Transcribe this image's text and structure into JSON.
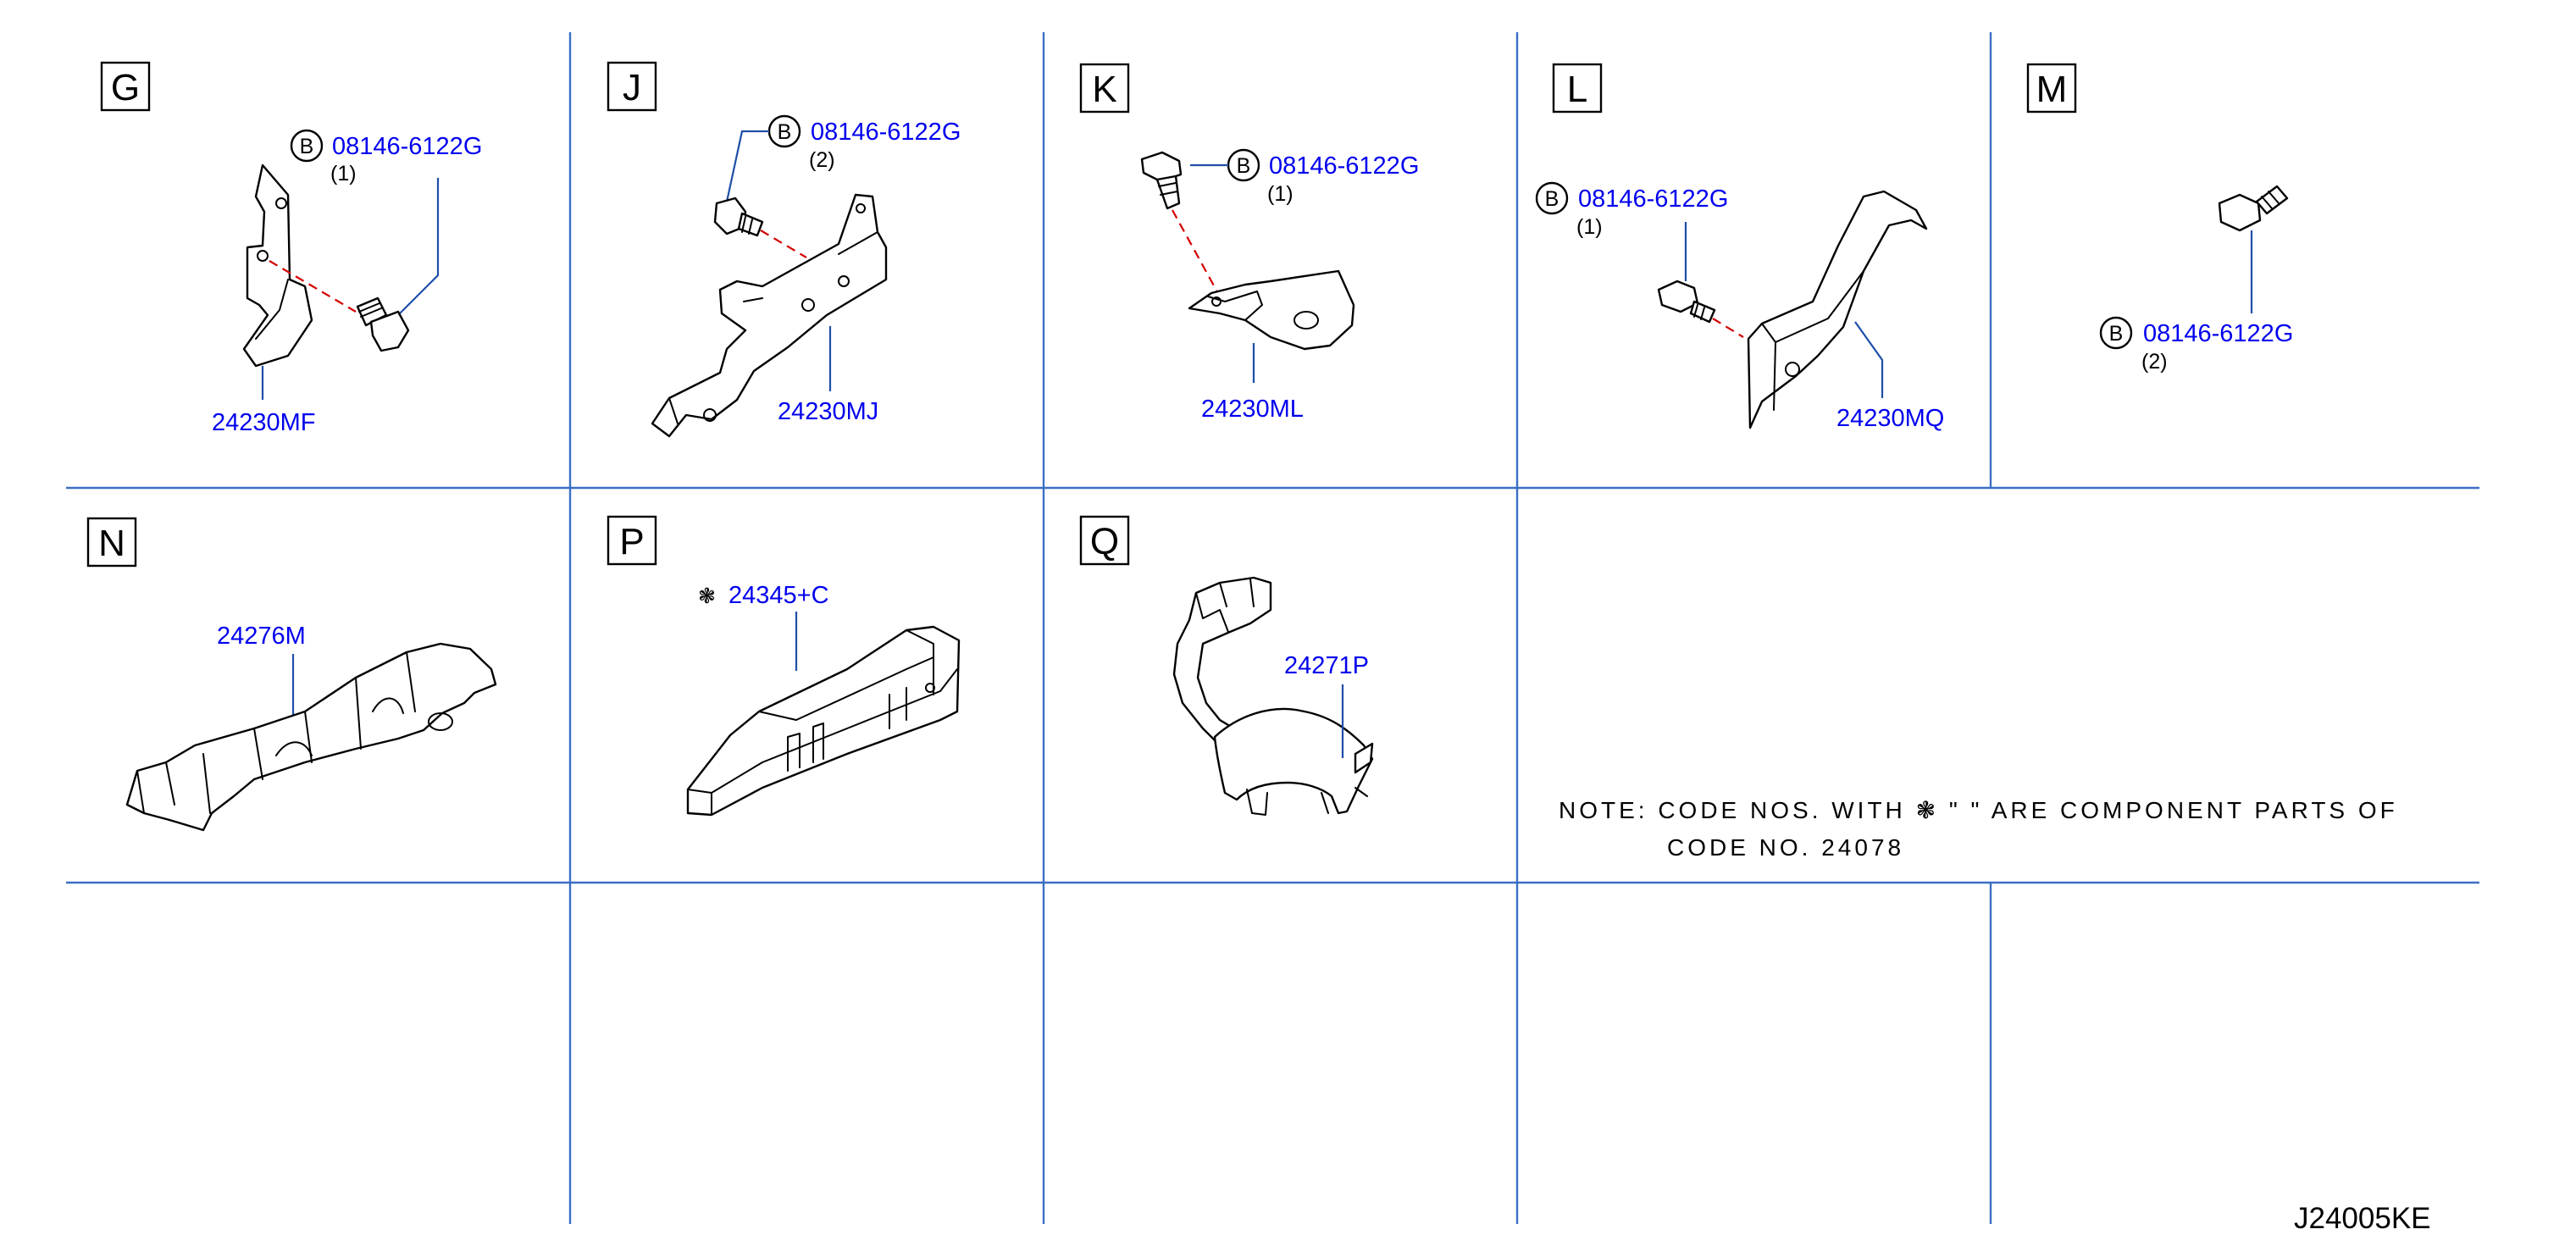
{
  "sections": [
    {
      "letter": "G",
      "parts": [
        {
          "code": "08146-6122G",
          "qty": "(1)",
          "ref": "B"
        },
        {
          "code": "24230MF"
        }
      ]
    },
    {
      "letter": "J",
      "parts": [
        {
          "code": "08146-6122G",
          "qty": "(2)",
          "ref": "B"
        },
        {
          "code": "24230MJ"
        }
      ]
    },
    {
      "letter": "K",
      "parts": [
        {
          "code": "08146-6122G",
          "qty": "(1)",
          "ref": "B"
        },
        {
          "code": "24230ML"
        }
      ]
    },
    {
      "letter": "L",
      "parts": [
        {
          "code": "08146-6122G",
          "qty": "(1)",
          "ref": "B"
        },
        {
          "code": "24230MQ"
        }
      ]
    },
    {
      "letter": "M",
      "parts": [
        {
          "code": "08146-6122G",
          "qty": "(2)",
          "ref": "B"
        }
      ]
    },
    {
      "letter": "N",
      "parts": [
        {
          "code": "24276M"
        }
      ]
    },
    {
      "letter": "P",
      "parts": [
        {
          "code": "24345+C",
          "mark": "❃"
        }
      ]
    },
    {
      "letter": "Q",
      "parts": [
        {
          "code": "24271P"
        }
      ]
    }
  ],
  "note": {
    "line1_a": "NOTE:  CODE  NOS.  WITH ",
    "mark": "❃",
    "line1_b": "\"          \"  ARE  COMPONENT  PARTS  OF",
    "line2": "CODE  NO.  24078"
  },
  "diagram_code": "J24005KE",
  "colors": {
    "grid": "#3b6fc4",
    "code_text": "#0000ee",
    "leader": "#1f4ea8",
    "dashed_line": "#d40000"
  }
}
